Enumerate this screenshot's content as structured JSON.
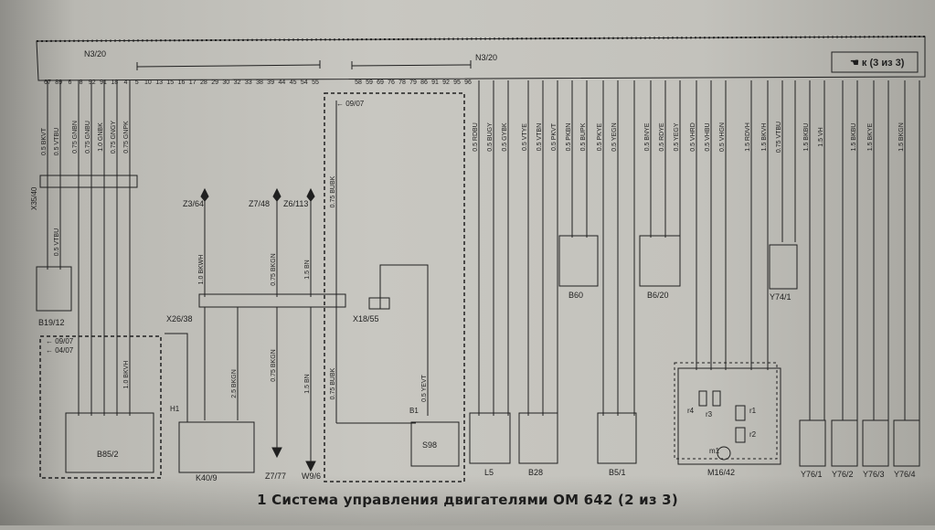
{
  "diagram": {
    "caption": "1 Система управления двигателями ОМ 642 (2 из 3)",
    "page_box": "☚ к (3 из 3)",
    "ecu_left": "N3/20",
    "ecu_right": "N3/20",
    "top_pins_left": [
      "67",
      "89",
      "6",
      "8",
      "92",
      "91",
      "18",
      "4",
      "5",
      "10",
      "13",
      "15",
      "16",
      "17",
      "28",
      "29",
      "30",
      "32",
      "33",
      "38",
      "39",
      "44",
      "45",
      "54",
      "55"
    ],
    "top_pins_mid": [
      "58",
      "59",
      "69",
      "76",
      "78",
      "79",
      "86",
      "91",
      "92",
      "95",
      "96"
    ],
    "components": {
      "B19_12": "B19/12",
      "B85_2": "B85/2",
      "K40_9": "K40/9",
      "S98": "S98",
      "L5": "L5",
      "B28": "B28",
      "B5_1": "B5/1",
      "B60": "B60",
      "B6_20": "B6/20",
      "Y74_1": "Y74/1",
      "M16_42": "M16/42",
      "Y76_1": "Y76/1",
      "Y76_2": "Y76/2",
      "Y76_3": "Y76/3",
      "Y76_4": "Y76/4"
    },
    "connectors": {
      "X26_38": "X26/38",
      "X18_55": "X18/55",
      "X35_40": "X35/40",
      "Z3_64": "Z3/64",
      "Z7_48": "Z7/48",
      "Z6_113": "Z6/113",
      "Z7_77": "Z7/77",
      "W9_6": "W9/6",
      "from_0907": "← 09/07",
      "from_0407": "← 04/07",
      "r1": "r1",
      "r2": "r2",
      "r3": "r3",
      "r4": "r4",
      "m1": "m1",
      "H1": "H1",
      "B1": "B1"
    },
    "wires": {
      "w1": "0.5 BKVT",
      "w2": "0.5 VTBU",
      "w3": "0.75 GNBN",
      "w4": "0.75 GNBU",
      "w5": "1.0 GNBK",
      "w6": "0.75 GNGY",
      "w7": "0.75 GNPK",
      "w8": "1.0 BKWH",
      "w9": "0.75 BKGN",
      "w10": "1.5 BN",
      "w11": "0.75 BUBK",
      "w12": "0.5 RDBU",
      "w13": "0.5 BUGY",
      "w14": "0.5 GYBK",
      "w15": "0.5 VTYE",
      "w16": "0.5 VTBN",
      "w17": "0.5 PKVT",
      "w18": "0.5 PKBN",
      "w19": "0.5 BUPK",
      "w20": "0.5 PKYE",
      "w21": "0.5 YEGN",
      "w22": "0.5 BNYE",
      "w23": "0.5 RDYE",
      "w24": "0.5 YEGY",
      "w25": "0.5 VHRD",
      "w26": "0.5 VHBU",
      "w27": "0.5 VHGN",
      "w28": "1.5 RDVH",
      "w29": "1.5 BKVH",
      "w30": "0.75 VTBU",
      "w31": "1.5 BKBU",
      "w32": "1.5 BKVH",
      "w33": "1.5 VH",
      "w34": "1.5 BKBU",
      "w35": "1.5 BKYE",
      "w36": "1.5 BKGN",
      "w37": "0.5 VTBU",
      "w38": "2.5 BKGN",
      "w39": "0.75 BKGN",
      "w40": "1.5 BN",
      "w41": "0.75 BUBK",
      "w42": "0.5 YEVT",
      "w43": "1.0 BKVH"
    }
  }
}
